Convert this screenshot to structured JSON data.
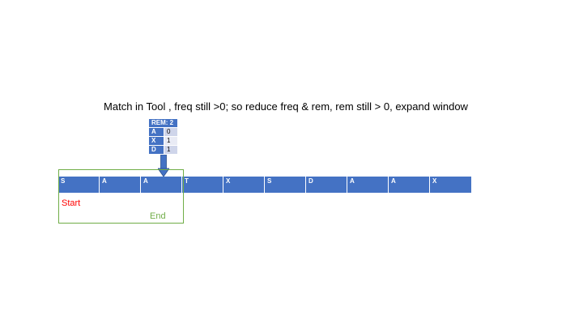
{
  "caption": "Match in Tool , freq still >0; so reduce freq & rem, rem still > 0, expand window",
  "freq_table": {
    "header": "REM: 2",
    "rows": [
      {
        "key": "A",
        "value": "0"
      },
      {
        "key": "X",
        "value": "1"
      },
      {
        "key": "D",
        "value": "1"
      }
    ]
  },
  "string_cells": [
    "S",
    "A",
    "A",
    "T",
    "X",
    "S",
    "D",
    "A",
    "A",
    "X"
  ],
  "labels": {
    "start": "Start",
    "end": "End"
  },
  "colors": {
    "cell_fill": "#4472c4",
    "table_odd": "#cfd5ea",
    "table_even": "#e9ebf5",
    "start": "#ff0000",
    "end": "#70ad47"
  }
}
